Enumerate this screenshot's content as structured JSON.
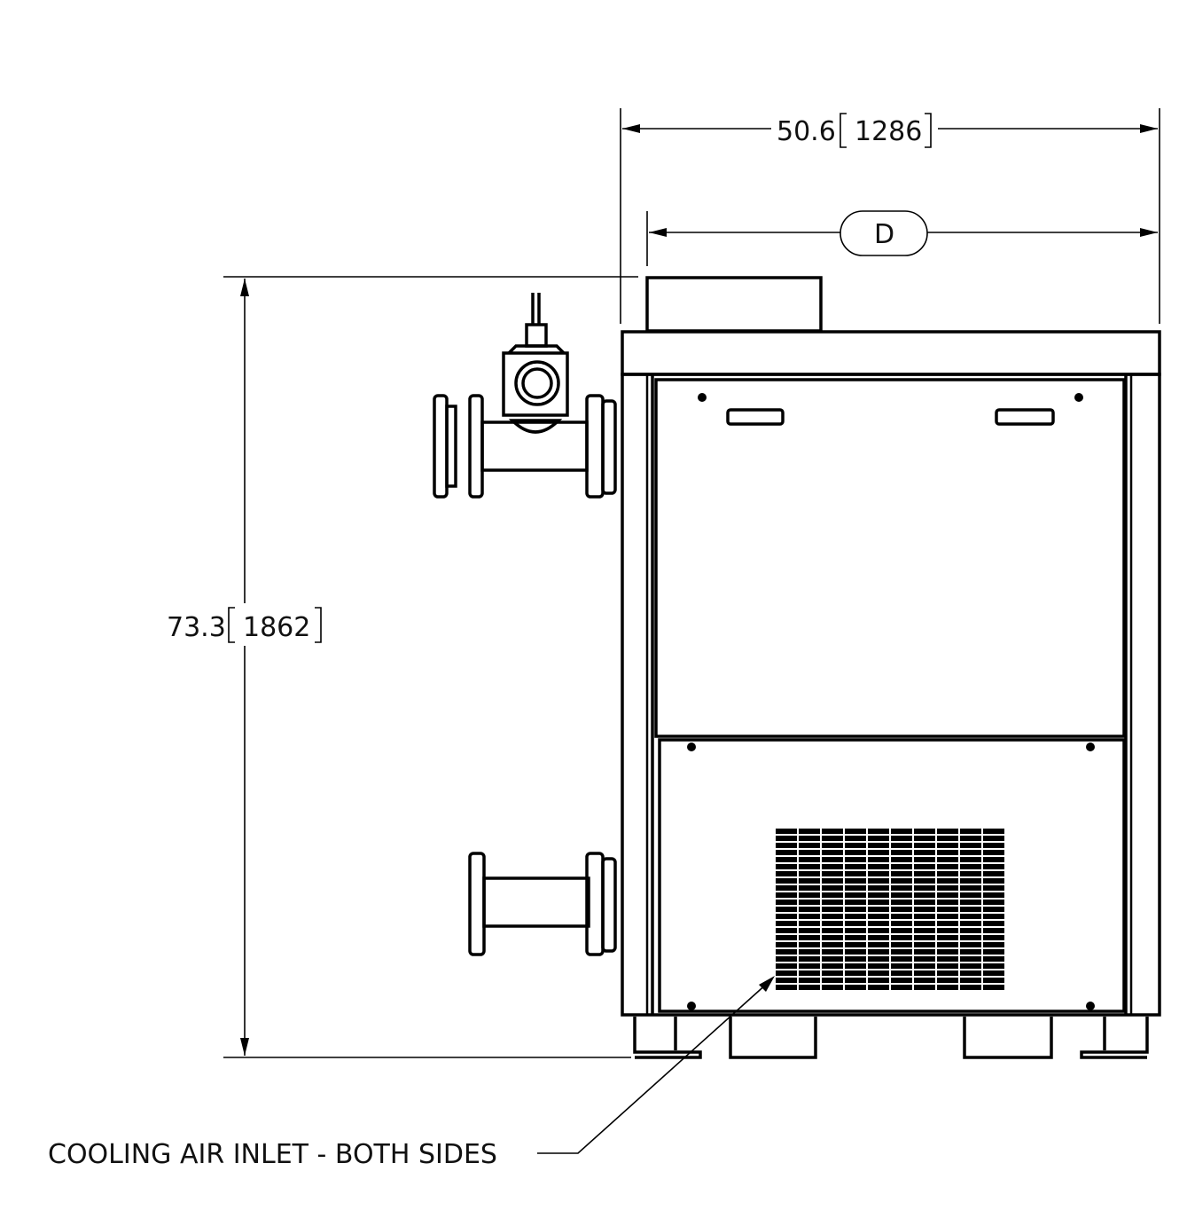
{
  "dimensions": {
    "width_in": "50.6",
    "width_mm": "1286",
    "height_in": "73.3",
    "height_mm": "1862",
    "d_label": "D"
  },
  "callout": {
    "text": "COOLING AIR INLET - BOTH SIDES"
  },
  "colors": {
    "ink": "#000000",
    "paper": "#ffffff"
  }
}
